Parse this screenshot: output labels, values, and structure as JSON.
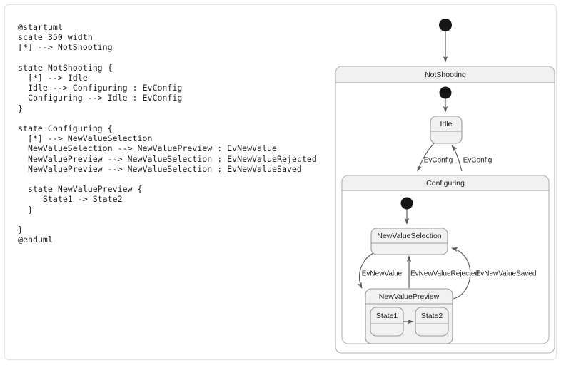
{
  "editor": {
    "source_code": "@startuml\nscale 350 width\n[*] --> NotShooting\n\nstate NotShooting {\n  [*] --> Idle\n  Idle --> Configuring : EvConfig\n  Configuring --> Idle : EvConfig\n}\n\nstate Configuring {\n  [*] --> NewValueSelection\n  NewValueSelection --> NewValuePreview : EvNewValue\n  NewValuePreview --> NewValueSelection : EvNewValueRejected\n  NewValuePreview --> NewValueSelection : EvNewValueSaved\n\n  state NewValuePreview {\n     State1 -> State2\n  }\n\n}\n@enduml"
  },
  "diagram": {
    "type": "uml-state-diagram",
    "states": {
      "not_shooting": "NotShooting",
      "idle": "Idle",
      "configuring": "Configuring",
      "new_value_selection": "NewValueSelection",
      "new_value_preview": "NewValuePreview",
      "state1": "State1",
      "state2": "State2"
    },
    "transitions": {
      "idle_to_configuring": "EvConfig",
      "configuring_to_idle": "EvConfig",
      "selection_to_preview": "EvNewValue",
      "preview_to_selection_rejected": "EvNewValueRejected",
      "preview_to_selection_saved": "EvNewValueSaved"
    },
    "colors": {
      "state_fill": "#f1f1f1",
      "state_stroke": "#9a9a9a",
      "container_stroke": "#b3b3b3",
      "edge": "#585858",
      "initial_dot": "#151515",
      "text": "#1b1b1b",
      "page_background": "#ffffff",
      "page_border": "#e3e3e3"
    }
  }
}
